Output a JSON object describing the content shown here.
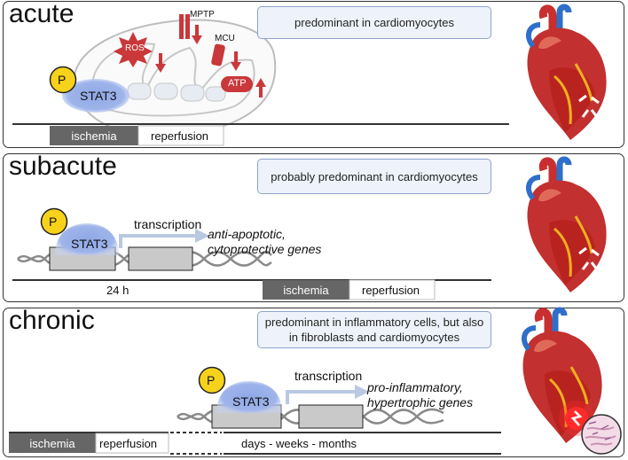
{
  "panels": [
    {
      "title": "acute",
      "note": "predominant in cardiomyocytes",
      "stat3": "STAT3",
      "p": "P",
      "labels": {
        "mptp": "MPTP",
        "mcu": "MCU",
        "ros": "ROS",
        "atp": "ATP"
      },
      "timeline": {
        "ischemia": "ischemia",
        "reperfusion": "reperfusion"
      }
    },
    {
      "title": "subacute",
      "note": "probably predominant in cardiomyocytes",
      "stat3": "STAT3",
      "p": "P",
      "transcription": "transcription",
      "genes": "anti-apoptotic, cytoprotective genes",
      "timeline": {
        "pre": "24 h",
        "ischemia": "ischemia",
        "reperfusion": "reperfusion"
      }
    },
    {
      "title": "chronic",
      "note": "predominant in inflammatory cells, but also in fibroblasts and cardiomyocytes",
      "stat3": "STAT3",
      "p": "P",
      "transcription": "transcription",
      "genes": "pro-inflammatory, hypertrophic genes",
      "timeline": {
        "ischemia": "ischemia",
        "reperfusion": "reperfusion",
        "post": "days - weeks - months"
      }
    }
  ],
  "colors": {
    "stat3": "#8fa8e6",
    "p": "#f7d21a",
    "red": "#c9383a",
    "dna": "#8a8a8a",
    "box": "#c9c9c9",
    "timeline": "#666666",
    "arrow": "#b9c9e2"
  }
}
